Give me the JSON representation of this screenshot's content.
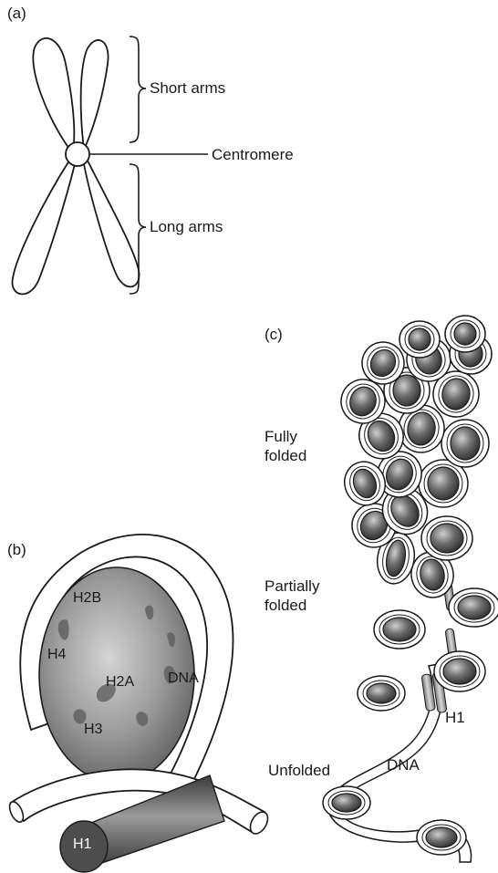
{
  "panels": {
    "a": {
      "tag": "(a)",
      "labels": {
        "short_arms": "Short arms",
        "centromere": "Centromere",
        "long_arms": "Long arms"
      }
    },
    "b": {
      "tag": "(b)",
      "histones": {
        "h2b": "H2B",
        "h4": "H4",
        "h2a": "H2A",
        "h3": "H3",
        "h1": "H1"
      },
      "dna": "DNA"
    },
    "c": {
      "tag": "(c)",
      "labels": {
        "fully_folded": "Fully\nfolded",
        "partially_folded": "Partially\nfolded",
        "unfolded": "Unfolded",
        "dna": "DNA",
        "h1": "H1"
      }
    }
  },
  "colors": {
    "ink": "#1a1a1a",
    "histone_core": "#8a8a8a",
    "bead_dark": "#4a4a4a",
    "h1_cyl": "#555555"
  }
}
